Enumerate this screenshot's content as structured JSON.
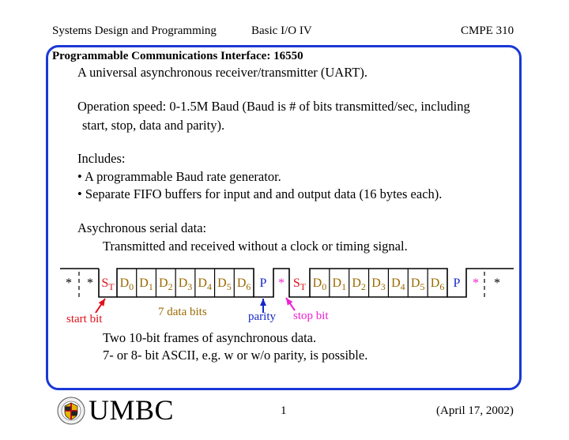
{
  "header": {
    "course": "Systems Design and Programming",
    "topic": "Basic I/O IV",
    "code": "CMPE 310"
  },
  "slide": {
    "title": "Programmable Communications Interface: 16550",
    "line_uart": "A universal asynchronous receiver/transmitter (UART).",
    "speed_1": "Operation speed: 0-1.5M Baud (Baud is # of bits transmitted/sec, including",
    "speed_2": "start, stop, data and parity).",
    "includes": "Includes:",
    "bullet_1": "• A programmable Baud rate generator.",
    "bullet_2": "• Separate FIFO buffers for input and and output data (16 bytes each).",
    "async_heading": "Asychronous serial data:",
    "async_desc": "Transmitted and received without a clock or timing signal.",
    "note_1": "Two 10-bit frames of asynchronous data.",
    "note_2": "7- or 8- bit ASCII, e.g. w or w/o parity, is possible."
  },
  "diagram": {
    "idle_mark": "*",
    "frames": [
      {
        "start_sym": "S",
        "start_sub": "T",
        "data_bits": [
          {
            "sym": "D",
            "sub": "0"
          },
          {
            "sym": "D",
            "sub": "1"
          },
          {
            "sym": "D",
            "sub": "2"
          },
          {
            "sym": "D",
            "sub": "3"
          },
          {
            "sym": "D",
            "sub": "4"
          },
          {
            "sym": "D",
            "sub": "5"
          },
          {
            "sym": "D",
            "sub": "6"
          }
        ],
        "parity": "P",
        "stop": "*"
      },
      {
        "start_sym": "S",
        "start_sub": "T",
        "data_bits": [
          {
            "sym": "D",
            "sub": "0"
          },
          {
            "sym": "D",
            "sub": "1"
          },
          {
            "sym": "D",
            "sub": "2"
          },
          {
            "sym": "D",
            "sub": "3"
          },
          {
            "sym": "D",
            "sub": "4"
          },
          {
            "sym": "D",
            "sub": "5"
          },
          {
            "sym": "D",
            "sub": "6"
          }
        ],
        "parity": "P",
        "stop": "*"
      }
    ],
    "labels": {
      "start_bit": "start bit",
      "data_bits": "7 data bits",
      "parity": "parity",
      "stop_bit": "stop bit"
    },
    "colors": {
      "start": "#e0101a",
      "data": "#9a6a00",
      "parity": "#1428c8",
      "stop": "#f020d0",
      "frame": "#1a38d6"
    }
  },
  "footer": {
    "logo": "UMBC",
    "page": "1",
    "date": "(April 17, 2002)"
  }
}
